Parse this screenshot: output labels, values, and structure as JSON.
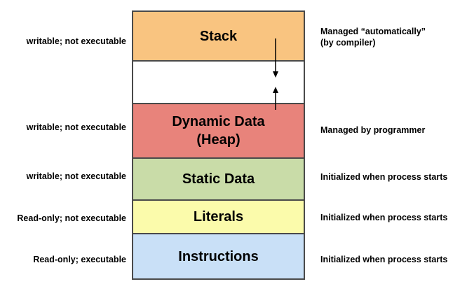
{
  "diagram": {
    "regions": [
      {
        "name": "Stack",
        "label": "Stack",
        "fill": "#f9c480",
        "left_note": "writable; not executable",
        "right_note_line1": "Managed “automatically”",
        "right_note_line2": "(by compiler)"
      },
      {
        "name": "unused-gap",
        "label": "",
        "fill": "#ffffff"
      },
      {
        "name": "Dynamic Data (Heap)",
        "label_line1": "Dynamic Data",
        "label_line2": "(Heap)",
        "fill": "#e8837b",
        "left_note": "writable; not executable",
        "right_note": "Managed by programmer"
      },
      {
        "name": "Static Data",
        "label": "Static Data",
        "fill": "#c9dca8",
        "left_note": "writable; not executable",
        "right_note": "Initialized when process starts"
      },
      {
        "name": "Literals",
        "label": "Literals",
        "fill": "#fbfbab",
        "left_note": "Read-only; not executable",
        "right_note": "Initialized when process starts"
      },
      {
        "name": "Instructions",
        "label": "Instructions",
        "fill": "#c9e0f7",
        "left_note": "Read-only; executable",
        "right_note": "Initialized when process starts"
      }
    ],
    "icons": {
      "stack_growth": "down-arrow",
      "heap_growth": "up-arrow"
    },
    "border_color": "#4a4a4a",
    "arrow_color": "#000000"
  }
}
